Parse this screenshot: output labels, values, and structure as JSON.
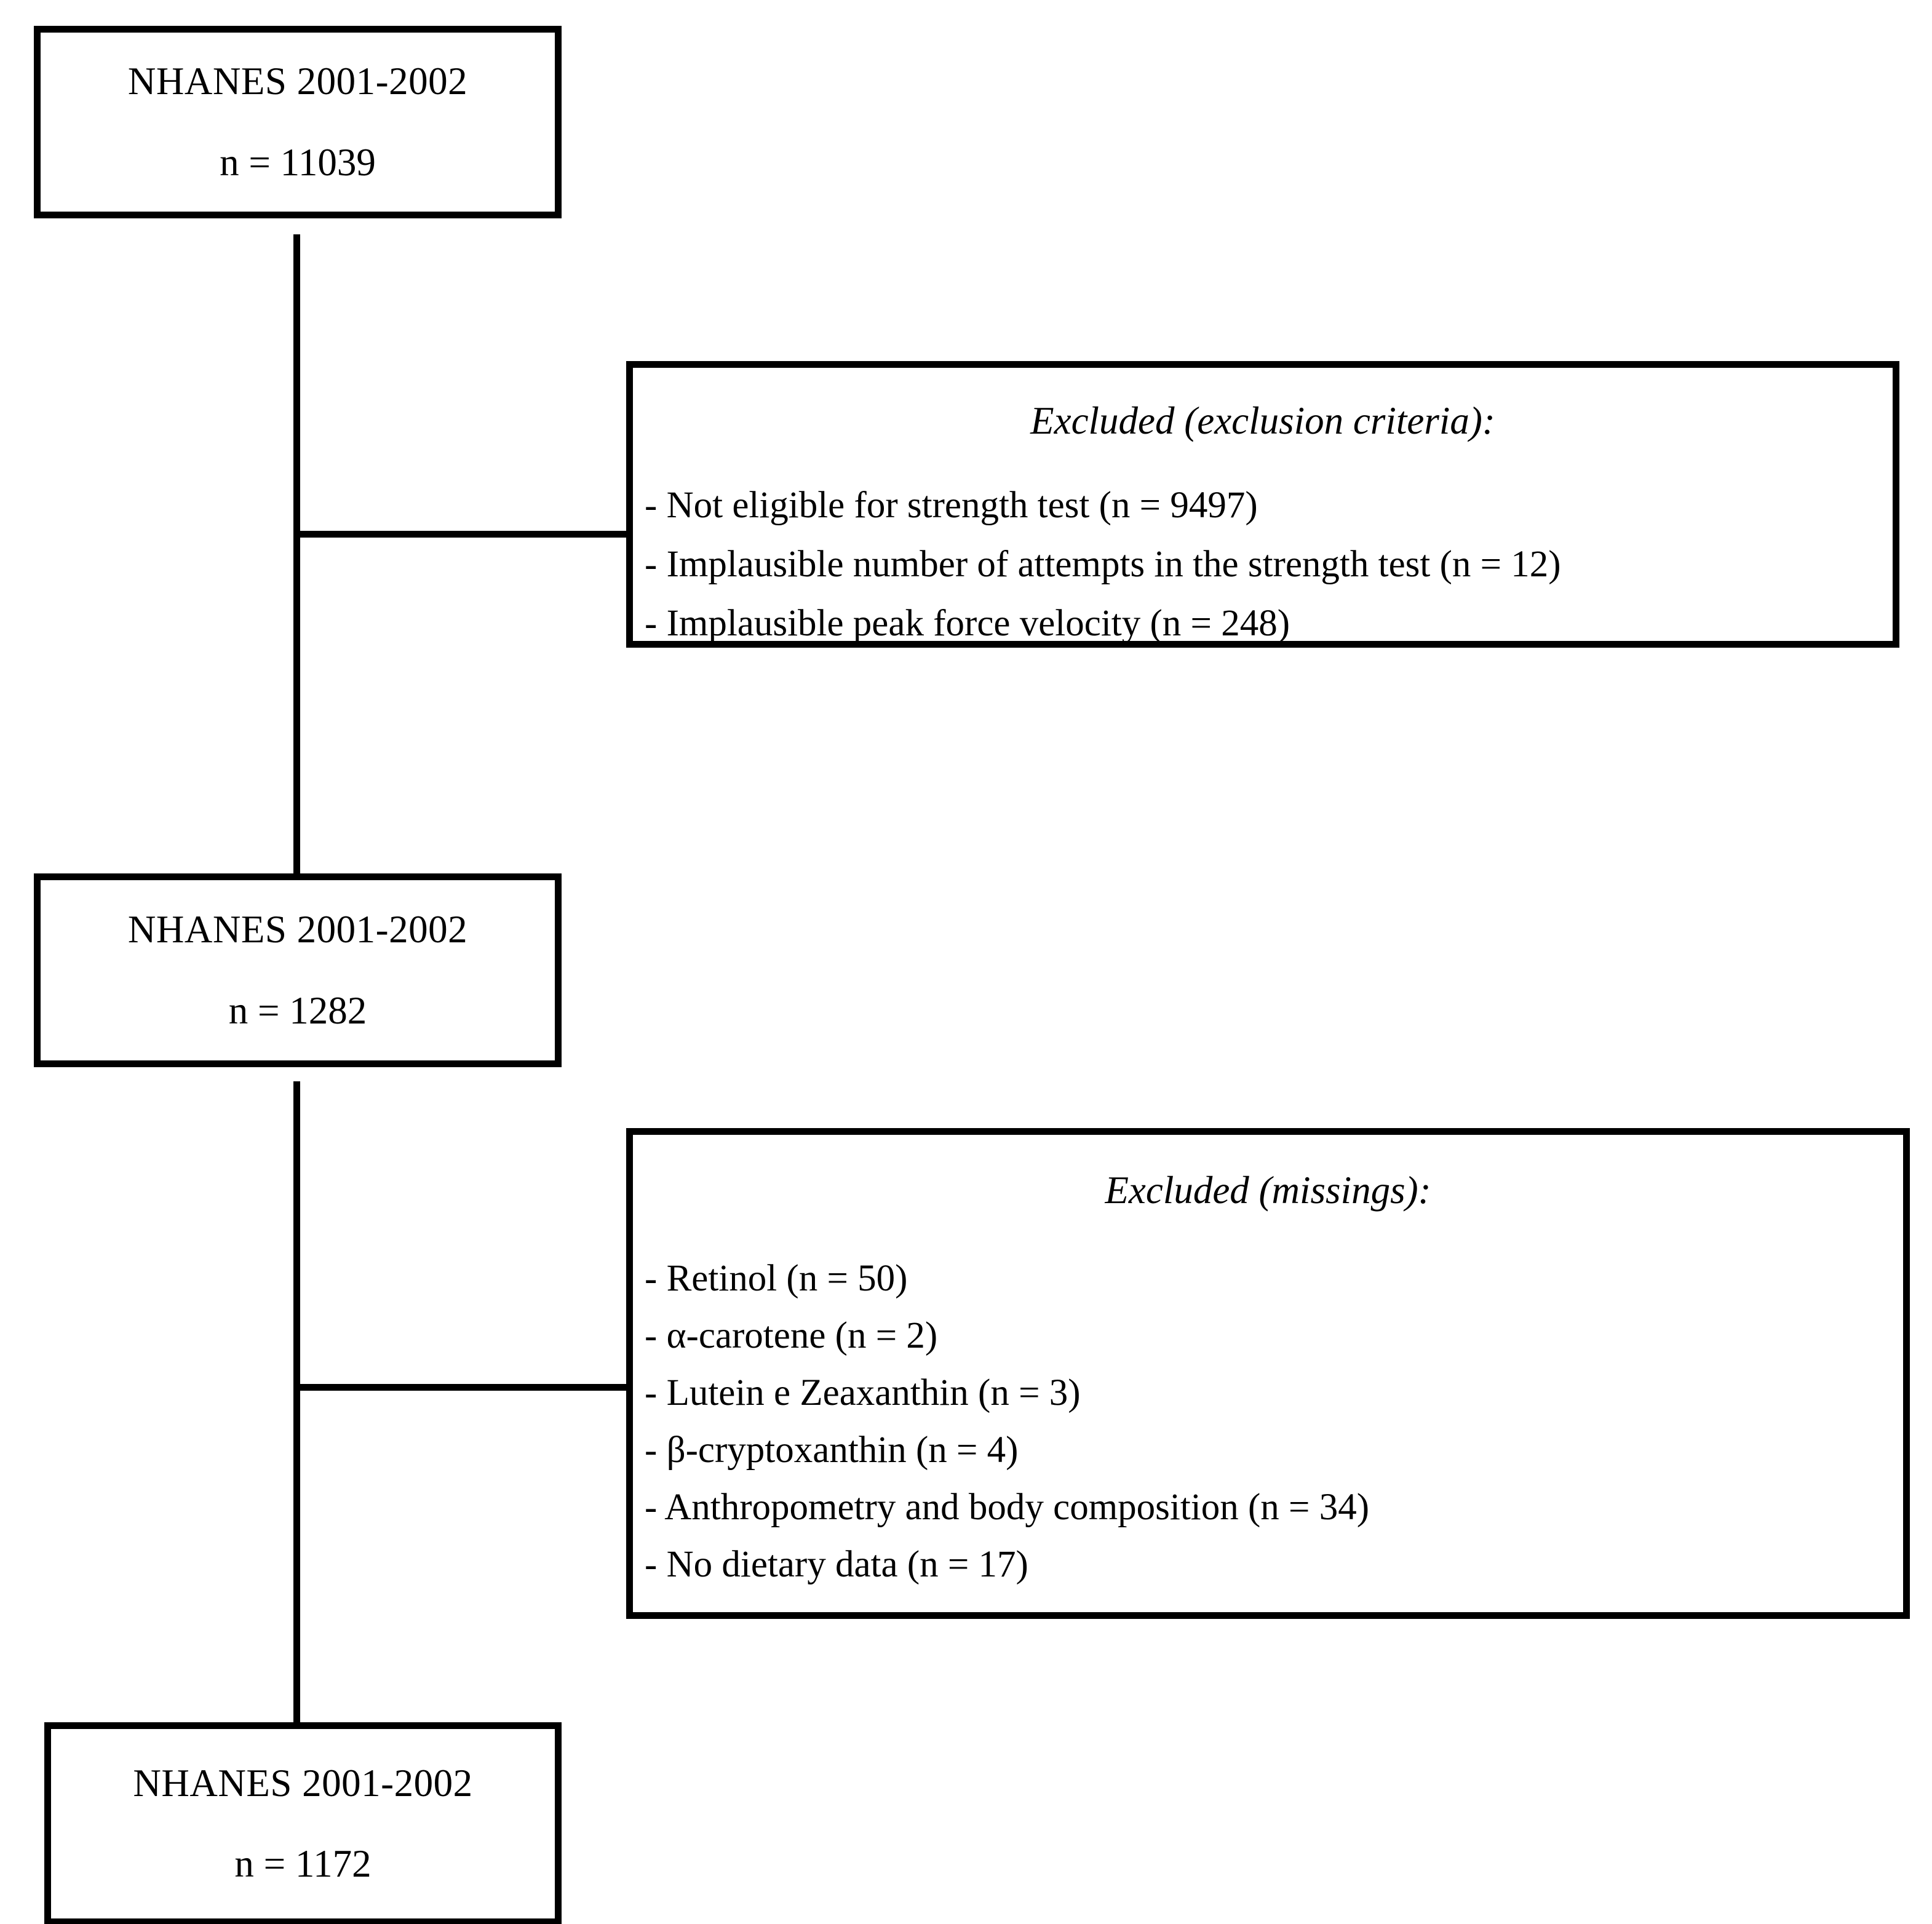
{
  "diagram": {
    "type": "study-flow-diagram",
    "title": "NHANES participant selection flowchart",
    "line_color": "#000000",
    "background_color": "#ffffff"
  },
  "cohorts": [
    {
      "id": "cohort-initial",
      "title": "NHANES 2001-2002",
      "count_label": "n = 11039"
    },
    {
      "id": "cohort-after-criteria",
      "title": "NHANES 2001-2002",
      "count_label": "n = 1282"
    },
    {
      "id": "cohort-final",
      "title": "NHANES 2001-2002",
      "count_label": "n = 1172"
    }
  ],
  "exclusions": [
    {
      "id": "exclusion-criteria",
      "heading": "Excluded (exclusion criteria):",
      "items": [
        "- Not eligible for strength test (n = 9497)",
        "- Implausible number of attempts in the strength test (n = 12)",
        "- Implausible peak force velocity (n = 248)"
      ]
    },
    {
      "id": "exclusion-missings",
      "heading": "Excluded (missings):",
      "items": [
        "- Retinol (n = 50)",
        "- α-carotene (n = 2)",
        "- Lutein e Zeaxanthin (n = 3)",
        "- β-cryptoxanthin (n = 4)",
        "- Anthropometry and body composition (n = 34)",
        "- No dietary data (n = 17)"
      ]
    }
  ]
}
